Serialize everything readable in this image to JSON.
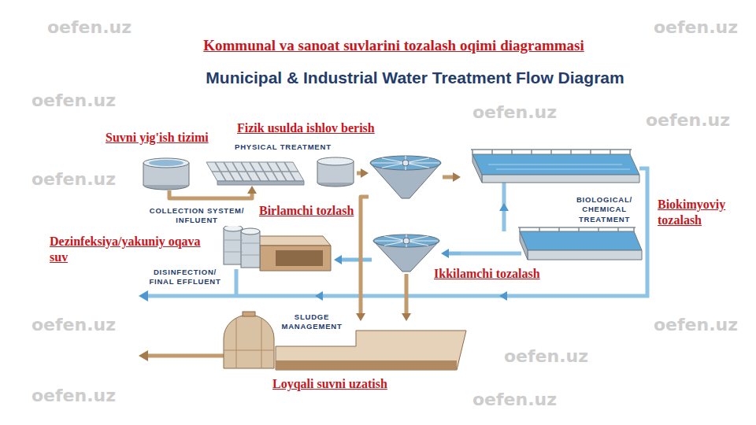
{
  "diagram": {
    "title": "Municipal & Industrial Water Treatment Flow Diagram",
    "nodes": [
      {
        "text": [
          "Suvni yig'ish tizimi",
          "COLLECTION SYSTEM/ INFLUENT"
        ]
      },
      {
        "text": [
          "Fizik usulda ishlov berish",
          "PHYSICAL TREATMENT"
        ]
      },
      {
        "text": [
          "Birlamchi tozlash"
        ]
      },
      {
        "text": [
          "BIOLOGICAL/ CHEMICAL TREATMENT",
          "Biokimyoviy tozalash"
        ]
      },
      {
        "text": [
          "Ikkilamchi tozalash"
        ]
      },
      {
        "text": [
          "Dezinfeksiya/yakuniy oqava suv",
          "DISINFECTION/ FINAL EFFLUENT"
        ]
      },
      {
        "text": [
          "SLUDGE MANAGEMENT",
          "Loyqali suvni uzatish"
        ]
      }
    ],
    "edges": [
      {
        "from": 0,
        "to": 1,
        "arrow": "to"
      },
      {
        "from": 1,
        "to": 2,
        "arrow": "to"
      },
      {
        "from": 2,
        "to": 3,
        "arrow": "to"
      },
      {
        "from": 3,
        "to": 4,
        "arrow": "to"
      },
      {
        "from": 4,
        "to": 5,
        "arrow": "to"
      },
      {
        "from": 2,
        "to": 6,
        "arrow": "to"
      },
      {
        "from": 4,
        "to": 6,
        "arrow": "to"
      }
    ],
    "labels": [
      "Kommunal va sanoat suvlarini tozalash oqimi diagrammasi",
      "oefen.uz",
      "oefen.uz",
      "oefen.uz",
      "oefen.uz",
      "oefen.uz",
      "oefen.uz",
      "oefen.uz",
      "oefen.uz",
      "oefen.uz",
      "oefen.uz",
      "oefen.uz"
    ]
  }
}
